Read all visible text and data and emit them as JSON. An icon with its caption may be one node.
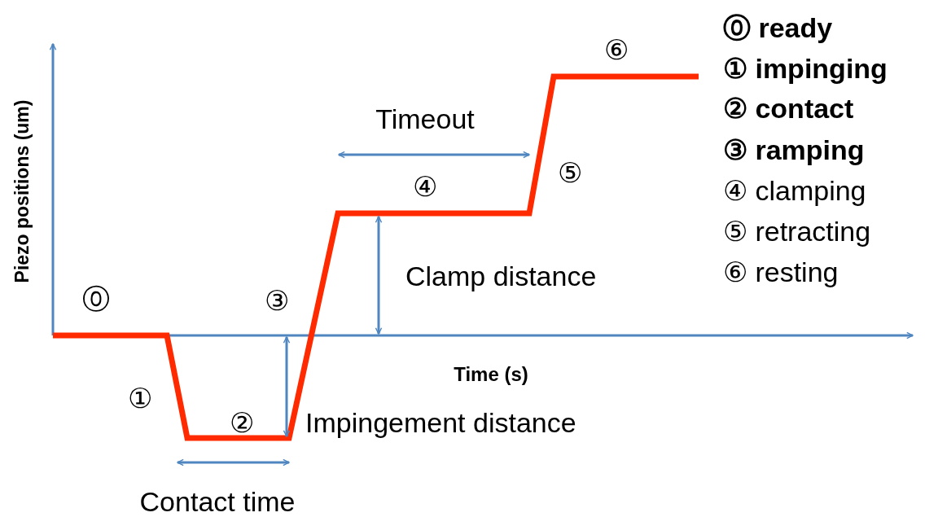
{
  "diagram": {
    "labels": [
      "⑥",
      "⓪ ready",
      "① impinging",
      "② contact",
      "③ ramping",
      "Timeout",
      "⑤",
      "④",
      "④ clamping",
      "⑤ retracting",
      "Clamp distance",
      "⑥ resting",
      "Piezo positions (um)",
      "⓪",
      "③",
      "Time (s)",
      "①",
      "②",
      "Impingement distance",
      "Contact time"
    ]
  }
}
